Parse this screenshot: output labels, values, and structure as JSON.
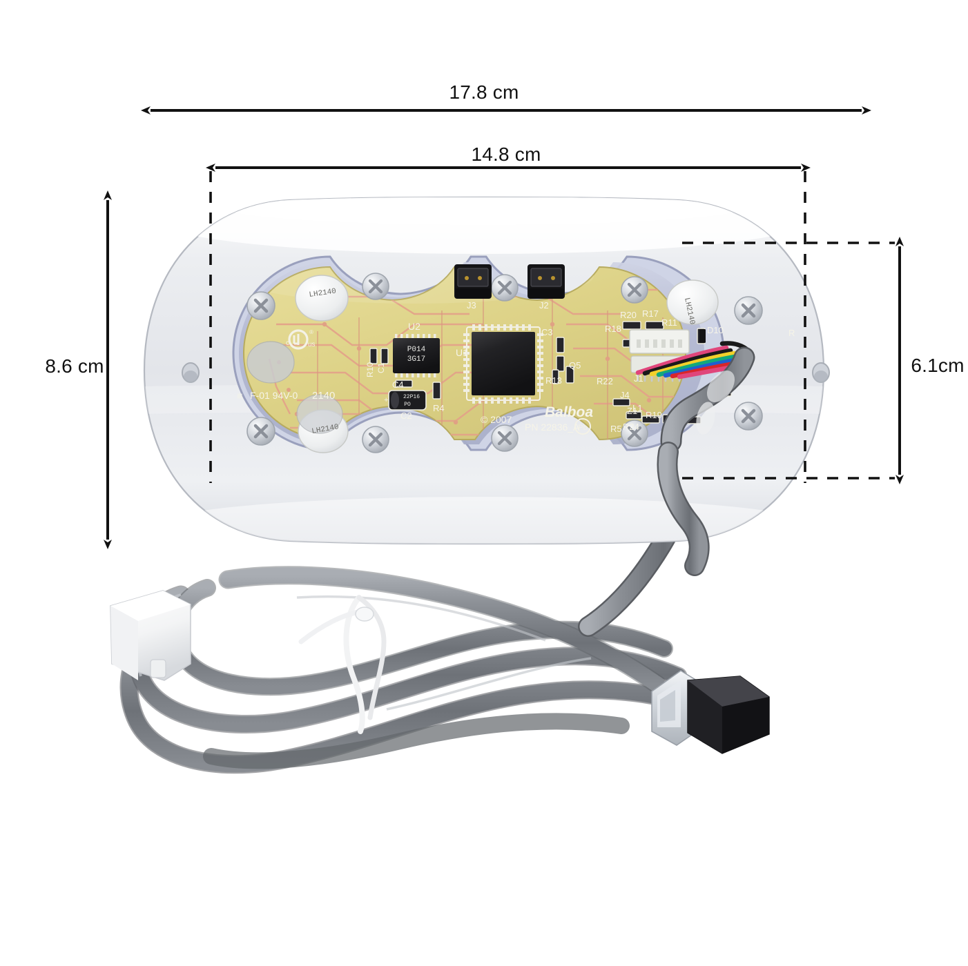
{
  "page": {
    "background": "#ffffff",
    "kind": "product-photo-with-dimension-annotations"
  },
  "dimensions": {
    "overall_width": "17.8 cm",
    "inner_width": "14.8 cm",
    "overall_height": "8.6 cm",
    "inner_height": "6.1cm",
    "line_color": "#111111",
    "dash_color": "#111111"
  },
  "product": {
    "name": "spa-topside-control-panel",
    "bezel_color": "#e9eaee",
    "bezel_edge_color": "#b9bcc4",
    "gasket_color": "#b9bed6",
    "pcb_color": "#ddd38a",
    "trace_color": "#e6a98c",
    "screw_color": "#c9cdd4",
    "cable_color": "#808388",
    "connector_black": "#1d1d1f",
    "connector_clear": "#d8dce2"
  },
  "pcb_silkscreen": {
    "brand": "Balboa",
    "copyright": "© 2007",
    "part_number": "PN 22836_A",
    "ul_mark": "c UL us",
    "flame_rating": "F-01 94V-0",
    "date_code": "2140",
    "cap_marking_left": "LH2140",
    "cap_marking_left_lower": "LH2140",
    "cap_marking_right": "LH2140",
    "ic_u2_line1": "P014",
    "ic_u2_line2": "3G17",
    "cap_c2_line1": "22P16",
    "cap_c2_line2": "PO",
    "pb_free_mark": "Pb",
    "designators": [
      "U1",
      "U2",
      "J1",
      "J2",
      "J3",
      "J4",
      "C1",
      "C2",
      "C3",
      "C4",
      "C5",
      "R4",
      "R5",
      "R10",
      "R11",
      "R13",
      "R17",
      "R18",
      "R19",
      "R20",
      "R22",
      "R24",
      "D10",
      "L1",
      "Z1",
      "Q5"
    ]
  },
  "cable": {
    "type": "flat-gray-phone-style-cable",
    "tie": "white-cable-tie",
    "far_end_connector": "white-rectangular-block",
    "near_end_connector": "clear-rj45-plug-with-black-boot",
    "ribbon_wire_colors": [
      "#e0457b",
      "#1a1a1a",
      "#f2d02a",
      "#12a87c",
      "#1f5fd0",
      "#d8262a",
      "#e0457b",
      "#1a1a1a",
      "#d8262a"
    ]
  }
}
